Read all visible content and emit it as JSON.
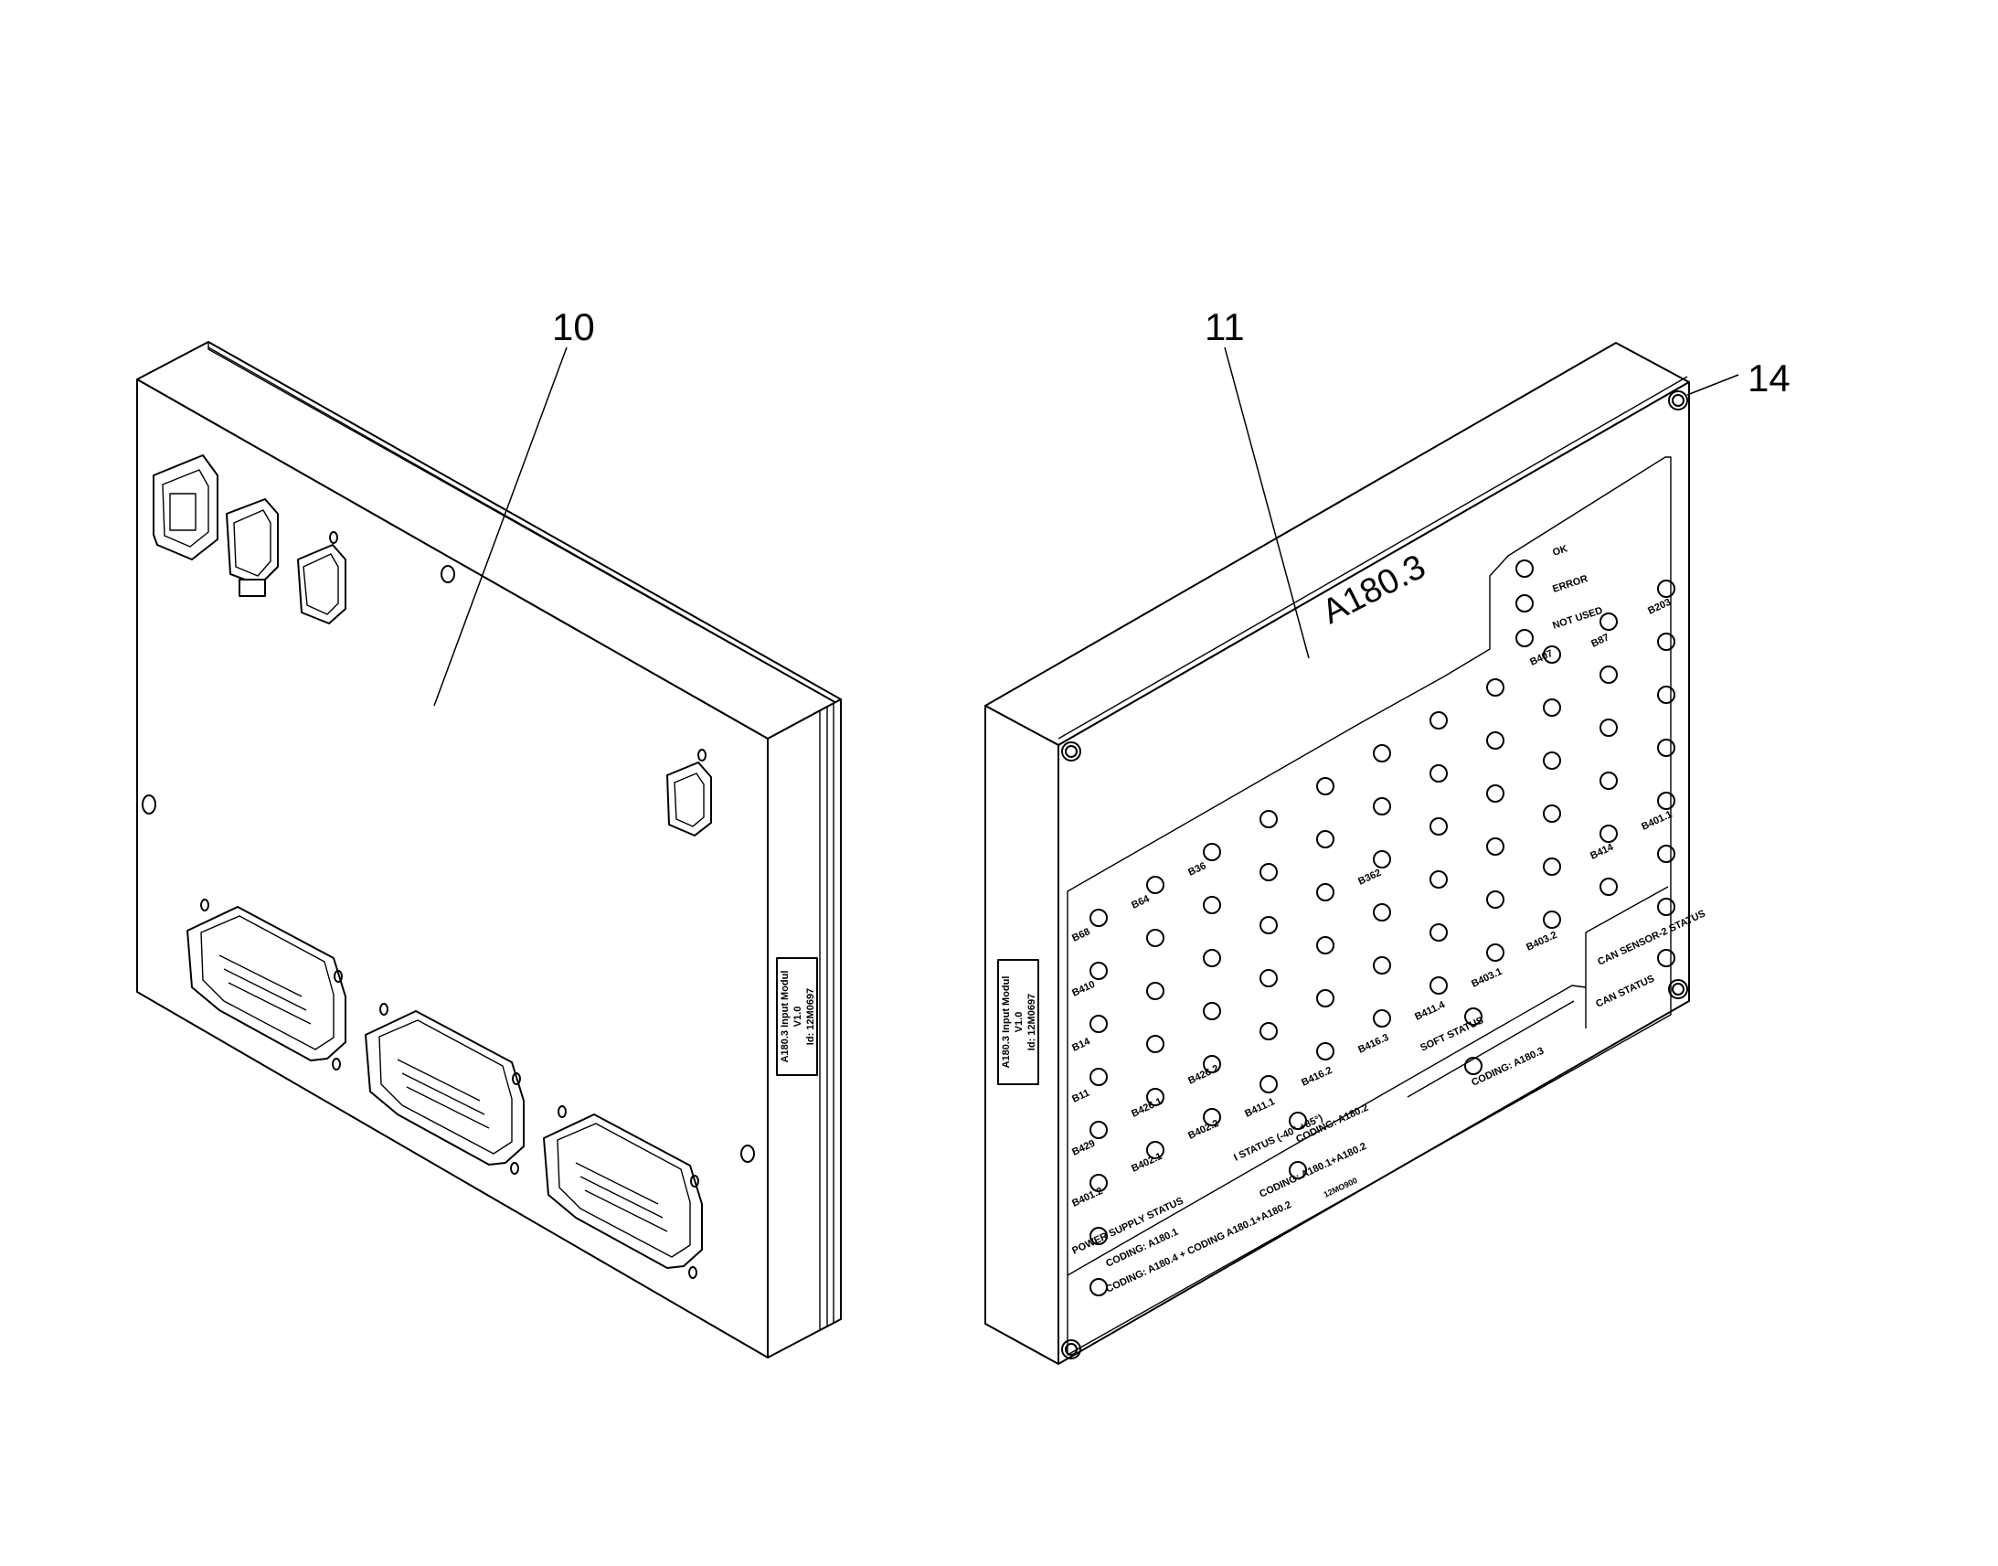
{
  "callouts": {
    "left": "10",
    "right": "11",
    "screw": "14"
  },
  "front_panel": {
    "title": "A180.3",
    "legend": {
      "ok": "OK",
      "error": "ERROR",
      "not_used": "NOT USED"
    },
    "inputs": {
      "b203": "B203",
      "b87": "B87",
      "b407": "B407",
      "b401_1": "B401.1",
      "b414": "B414",
      "can_sensor_2_status": "CAN SENSOR-2 STATUS",
      "b403_2": "B403.2",
      "b403_1": "B403.1",
      "b411_4": "B411.4",
      "b416_3": "B416.3",
      "b416_2": "B416.2",
      "b411_1": "B411.1",
      "b426_2": "B426.2",
      "b426_1": "B426.1",
      "b402_2": "B402.2",
      "b402_1": "B402.1",
      "b362": "B362",
      "b36": "B36",
      "b64": "B64",
      "b68": "B68",
      "b410": "B410",
      "b14": "B14",
      "b11": "B11",
      "b429": "B429",
      "b401_2": "B401.2"
    },
    "status": {
      "can_status": "CAN STATUS",
      "soft_status": "SOFT STATUS",
      "i_status": "I STATUS (-40°-+85°)",
      "power_supply_status": "POWER SUPPLY STATUS"
    },
    "coding": {
      "a180_3": "CODING: A180.3",
      "a180_2": "CODING: A180.2",
      "a180_1_a180_2": "CODING: A180.1+A180.2",
      "a180_1": "CODING: A180.1",
      "a180_4": "CODING: A180.4 + CODING A180.1+A180.2"
    },
    "part_number": "12MO900"
  },
  "side_labels": {
    "left": {
      "line1": "A180.3 Input Modul",
      "line2": "V1.0",
      "line3": "Id: 12M0697"
    },
    "right": {
      "line1": "A180.3 Input Modul",
      "line2": "V1.0",
      "line3": "Id: 12M0697"
    }
  }
}
